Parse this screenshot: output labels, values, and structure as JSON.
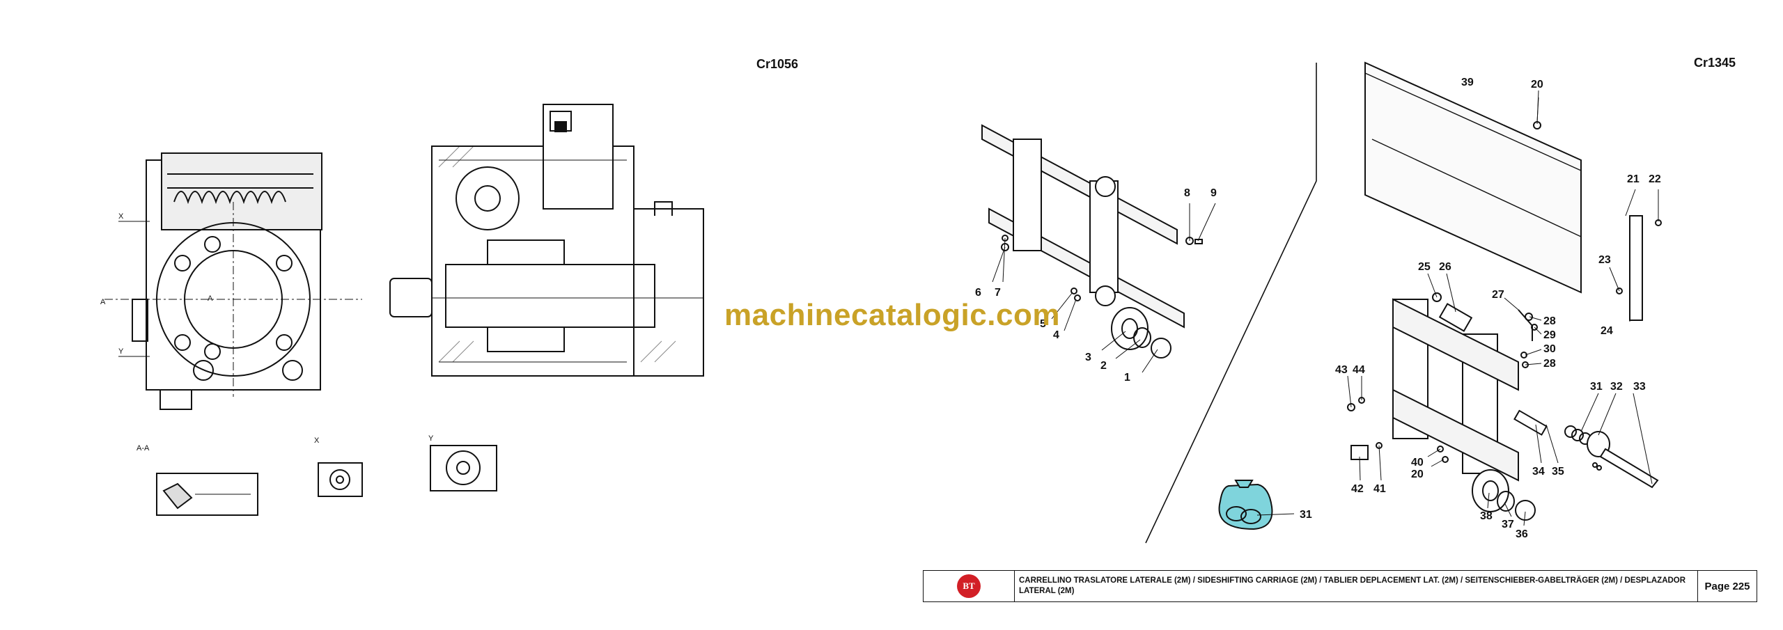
{
  "references": {
    "left": "Cr1056",
    "right": "Cr1345"
  },
  "watermark": "machinecatalogic.com",
  "section_labels": {
    "aa": "A-A",
    "x": "X",
    "y": "Y",
    "a_left": "A",
    "a_right": "A",
    "x_side": "X",
    "y_side": "Y"
  },
  "callouts": [
    {
      "id": "c1",
      "text": "1"
    },
    {
      "id": "c2",
      "text": "2"
    },
    {
      "id": "c3",
      "text": "3"
    },
    {
      "id": "c4",
      "text": "4"
    },
    {
      "id": "c5",
      "text": "5"
    },
    {
      "id": "c6",
      "text": "6"
    },
    {
      "id": "c7",
      "text": "7"
    },
    {
      "id": "c8",
      "text": "8"
    },
    {
      "id": "c9",
      "text": "9"
    },
    {
      "id": "c20a",
      "text": "20"
    },
    {
      "id": "c21",
      "text": "21"
    },
    {
      "id": "c22",
      "text": "22"
    },
    {
      "id": "c23",
      "text": "23"
    },
    {
      "id": "c24",
      "text": "24"
    },
    {
      "id": "c25",
      "text": "25"
    },
    {
      "id": "c26",
      "text": "26"
    },
    {
      "id": "c27",
      "text": "27"
    },
    {
      "id": "c28a",
      "text": "28"
    },
    {
      "id": "c29",
      "text": "29"
    },
    {
      "id": "c30",
      "text": "30"
    },
    {
      "id": "c28b",
      "text": "28"
    },
    {
      "id": "c31a",
      "text": "31"
    },
    {
      "id": "c32",
      "text": "32"
    },
    {
      "id": "c33",
      "text": "33"
    },
    {
      "id": "c34",
      "text": "34"
    },
    {
      "id": "c35",
      "text": "35"
    },
    {
      "id": "c36",
      "text": "36"
    },
    {
      "id": "c37",
      "text": "37"
    },
    {
      "id": "c38",
      "text": "38"
    },
    {
      "id": "c39",
      "text": "39"
    },
    {
      "id": "c40",
      "text": "40"
    },
    {
      "id": "c20b",
      "text": "20"
    },
    {
      "id": "c41",
      "text": "41"
    },
    {
      "id": "c42",
      "text": "42"
    },
    {
      "id": "c43",
      "text": "43"
    },
    {
      "id": "c44",
      "text": "44"
    },
    {
      "id": "c31b",
      "text": "31"
    }
  ],
  "title_block": {
    "logo_text": "BT",
    "description": "CARRELLINO TRASLATORE LATERALE (2M) / SIDESHIFTING CARRIAGE (2M) / TABLIER DEPLACEMENT LAT. (2M) / SEITENSCHIEBER-GABELTRÄGER (2M) / DESPLAZADOR LATERAL (2M)",
    "page": "Page 225"
  },
  "colors": {
    "watermark": "#c9a227",
    "logo": "#d21f26",
    "seal_kit": "#7fd4dc"
  }
}
